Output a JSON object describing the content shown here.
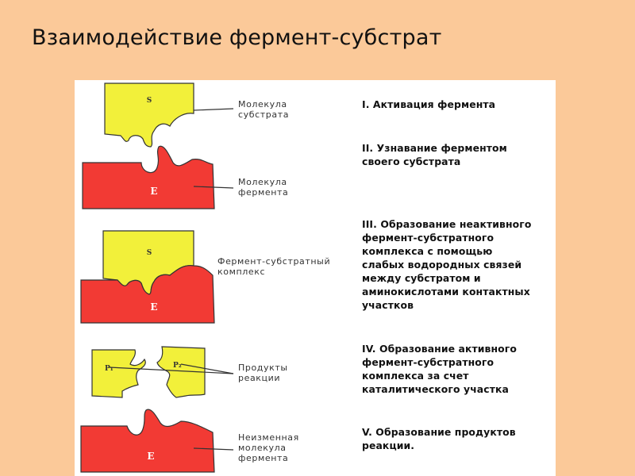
{
  "title": "Взаимодействие фермент-субстрат",
  "colors": {
    "background": "#fbc999",
    "panel": "#ffffff",
    "substrate": "#f2f03a",
    "enzyme": "#f23a34",
    "outline": "#333333"
  },
  "shape_letters": {
    "substrate": "S",
    "enzyme": "E",
    "product1": "P₁",
    "product2": "P₂"
  },
  "labels": {
    "substrate_molecule": "Молекула\nсубстрата",
    "enzyme_molecule": "Молекула\nфермента",
    "complex": "Фермент-субстратный\nкомплекс",
    "products": "Продукты\nреакции",
    "unchanged_enzyme": "Неизменная\nмолекула\nфермента"
  },
  "steps": [
    "I. Активация фермента",
    "II. Узнавание ферментом\nсвоего субстрата",
    "III. Образование неактивного\nфермент-субстратного\nкомплекса с помощью\nслабых водородных связей\nмежду субстратом и\nаминокислотами контактных\nучастков",
    "IV. Образование активного\nфермент-субстратного\nкомплекса за счет\nкаталитического участка",
    "V. Образование продуктов\nреакции."
  ]
}
